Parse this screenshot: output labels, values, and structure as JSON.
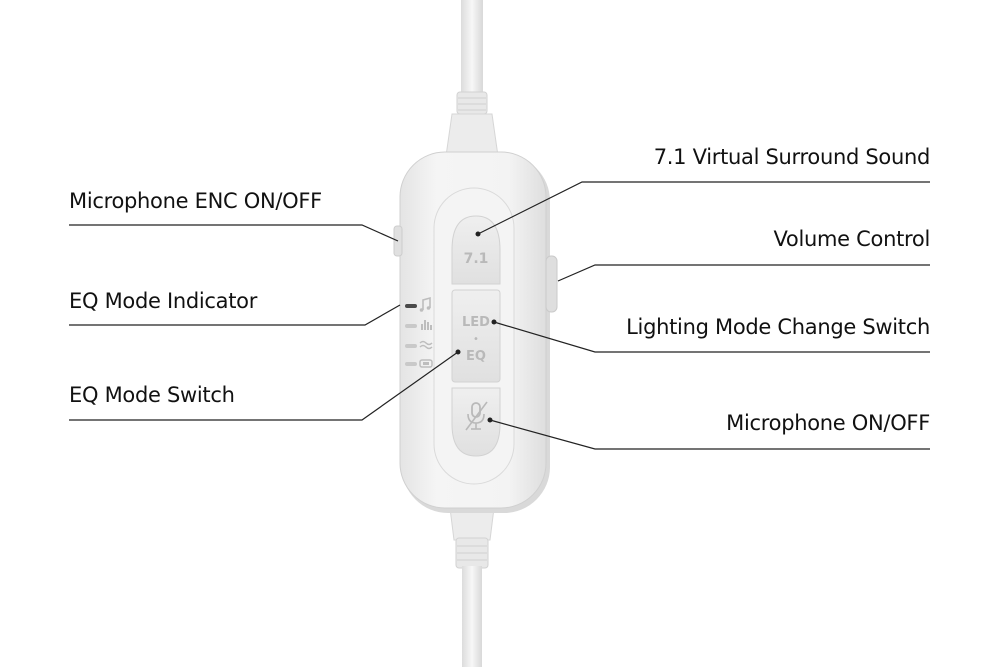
{
  "device": {
    "buttons": {
      "surround": "7.1",
      "led": "LED",
      "separator": "•",
      "eq": "EQ"
    },
    "eq_indicator_icons": [
      "music-note-icon",
      "bar-chart-icon",
      "wave-icon",
      "game-icon"
    ],
    "mic_button_icon": "microphone-muted-icon"
  },
  "callouts": {
    "left": [
      {
        "id": "mic-enc",
        "text": "Microphone ENC ON/OFF"
      },
      {
        "id": "eq-indicator",
        "text": "EQ Mode Indicator"
      },
      {
        "id": "eq-switch",
        "text": "EQ Mode Switch"
      }
    ],
    "right": [
      {
        "id": "surround",
        "text": "7.1 Virtual Surround Sound"
      },
      {
        "id": "volume",
        "text": "Volume Control"
      },
      {
        "id": "lighting",
        "text": "Lighting Mode Change Switch"
      },
      {
        "id": "mic",
        "text": "Microphone ON/OFF"
      }
    ]
  },
  "colors": {
    "background": "#ffffff",
    "device_body": "#f2f2f2",
    "device_shadow": "#cfcfcf",
    "button_face": "#e6e6e6",
    "button_text": "#b9b9b9",
    "leader_line": "#222222",
    "label_text": "#111111"
  }
}
